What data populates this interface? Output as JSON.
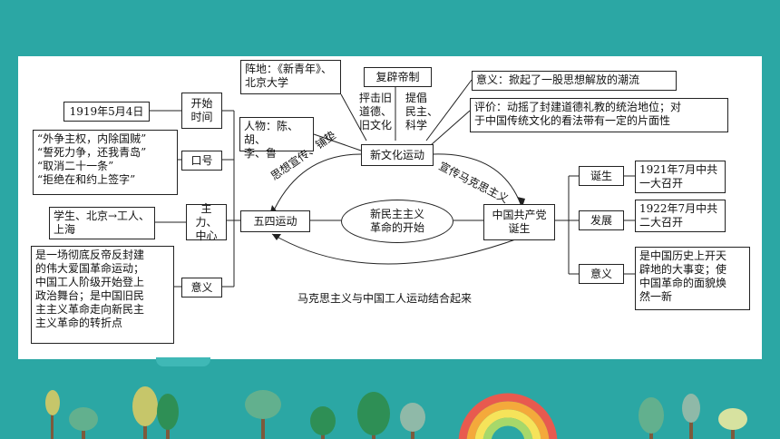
{
  "diagram": {
    "time_label": "开始\n时间",
    "time_value": "1919年5月4日",
    "slogan_label": "口号",
    "slogans": "“外争主权，内除国贼”\n“誓死力争，还我青岛”\n“取消二十一条”\n“拒绝在和约上签字”",
    "force_label": "主力、\n中心",
    "force_value": "学生、北京→工人、\n上海",
    "meaning_label": "意义",
    "meaning_value": "是一场彻底反帝反封建\n的伟大爱国革命运动；\n中国工人阶级开始登上\n政治舞台；是中国旧民\n主主义革命走向新民主\n主义革命的转折点",
    "may4": "五四运动",
    "center": "新民主主义\n革命的开始",
    "new_culture": "新文化运动",
    "base": "阵地：《新青年》、\n北京大学",
    "restoration": "复辟帝制",
    "attack": "抨击旧\n道德、\n旧文化",
    "promote": "提倡\n民主、\n科学",
    "people": "人物：陈、胡、\n李、鲁",
    "nc_meaning": "意义：掀起了一股思想解放的潮流",
    "evaluation": "评价：动摇了封建道德礼教的统治地位；对\n于中国传统文化的看法带有一定的片面性",
    "arc_left": "思想宣传、铺垫",
    "arc_right": "宣传马克思主义",
    "bottom_arc": "马克思主义与中国工人运动结合起来",
    "cpc": "中国共产党\n诞生",
    "birth_label": "诞生",
    "birth_value": "1921年7月中共\n一大召开",
    "dev_label": "发展",
    "dev_value": "1922年7月中共\n二大召开",
    "cpc_meaning_label": "意义",
    "cpc_meaning_value": "是中国历史上开天\n辟地的大事变；使\n中国革命的面貌焕\n然一新"
  }
}
